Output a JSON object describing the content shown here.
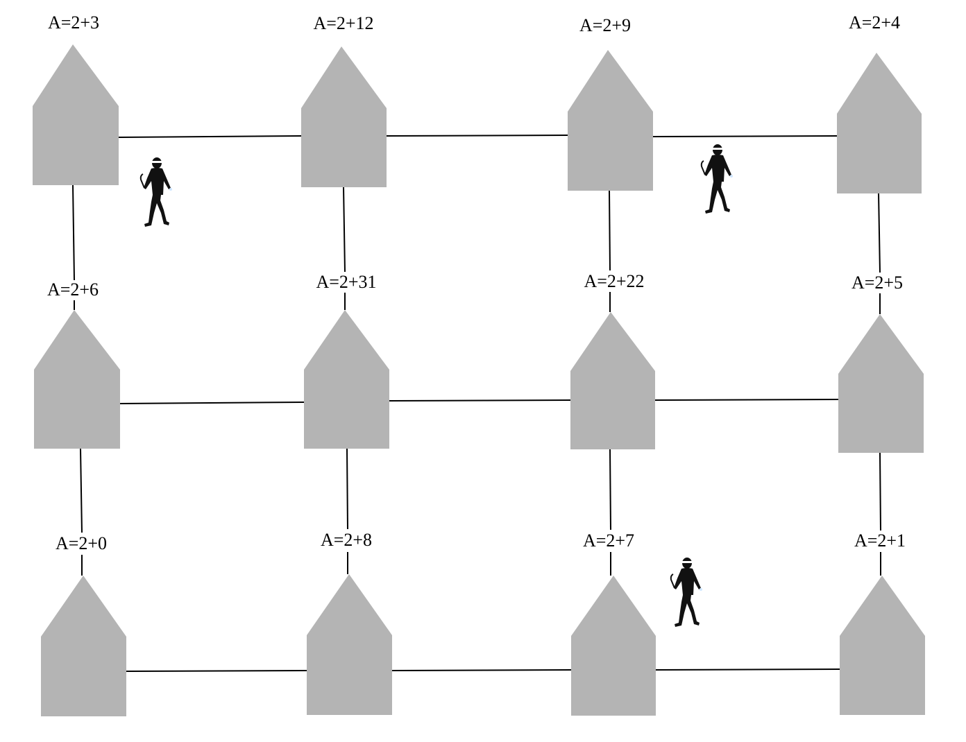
{
  "colors": {
    "house": "#b4b4b4",
    "road": "#000000",
    "thief": "#111111",
    "background": "#ffffff"
  },
  "houses": [
    {
      "label": "A=2+3"
    },
    {
      "label": "A=2+12"
    },
    {
      "label": "A=2+9"
    },
    {
      "label": "A=2+4"
    },
    {
      "label": "A=2+6"
    },
    {
      "label": "A=2+31"
    },
    {
      "label": "A=2+22"
    },
    {
      "label": "A=2+5"
    },
    {
      "label": "A=2+0"
    },
    {
      "label": "A=2+8"
    },
    {
      "label": "A=2+7"
    },
    {
      "label": "A=2+1"
    }
  ],
  "thieves": [
    {
      "icon": "burglar-icon"
    },
    {
      "icon": "burglar-icon"
    },
    {
      "icon": "burglar-icon"
    }
  ]
}
